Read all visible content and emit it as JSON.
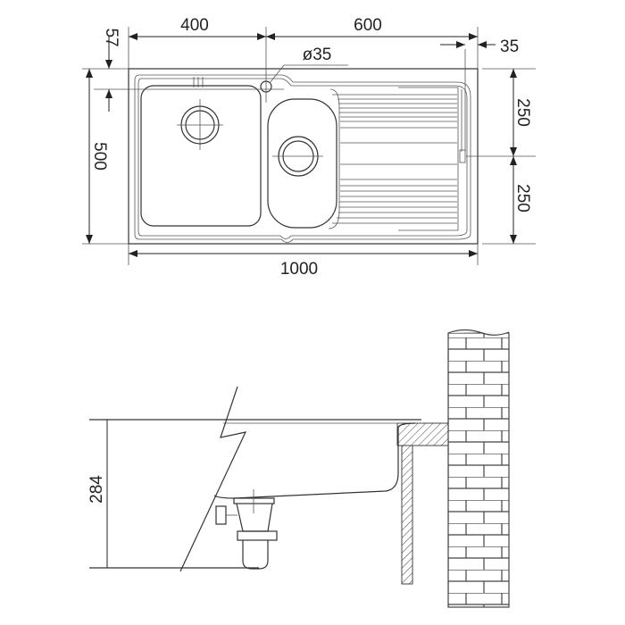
{
  "top_view": {
    "dim_left_bowl": "400",
    "dim_right_section": "600",
    "dim_top_offset": "57",
    "dim_tap_hole": "ø35",
    "dim_right_edge": "35",
    "dim_depth": "500",
    "dim_half_upper": "250",
    "dim_half_lower": "250",
    "dim_width": "1000"
  },
  "side_view": {
    "dim_height": "284"
  },
  "colors": {
    "line": "#333333",
    "background": "#ffffff"
  }
}
